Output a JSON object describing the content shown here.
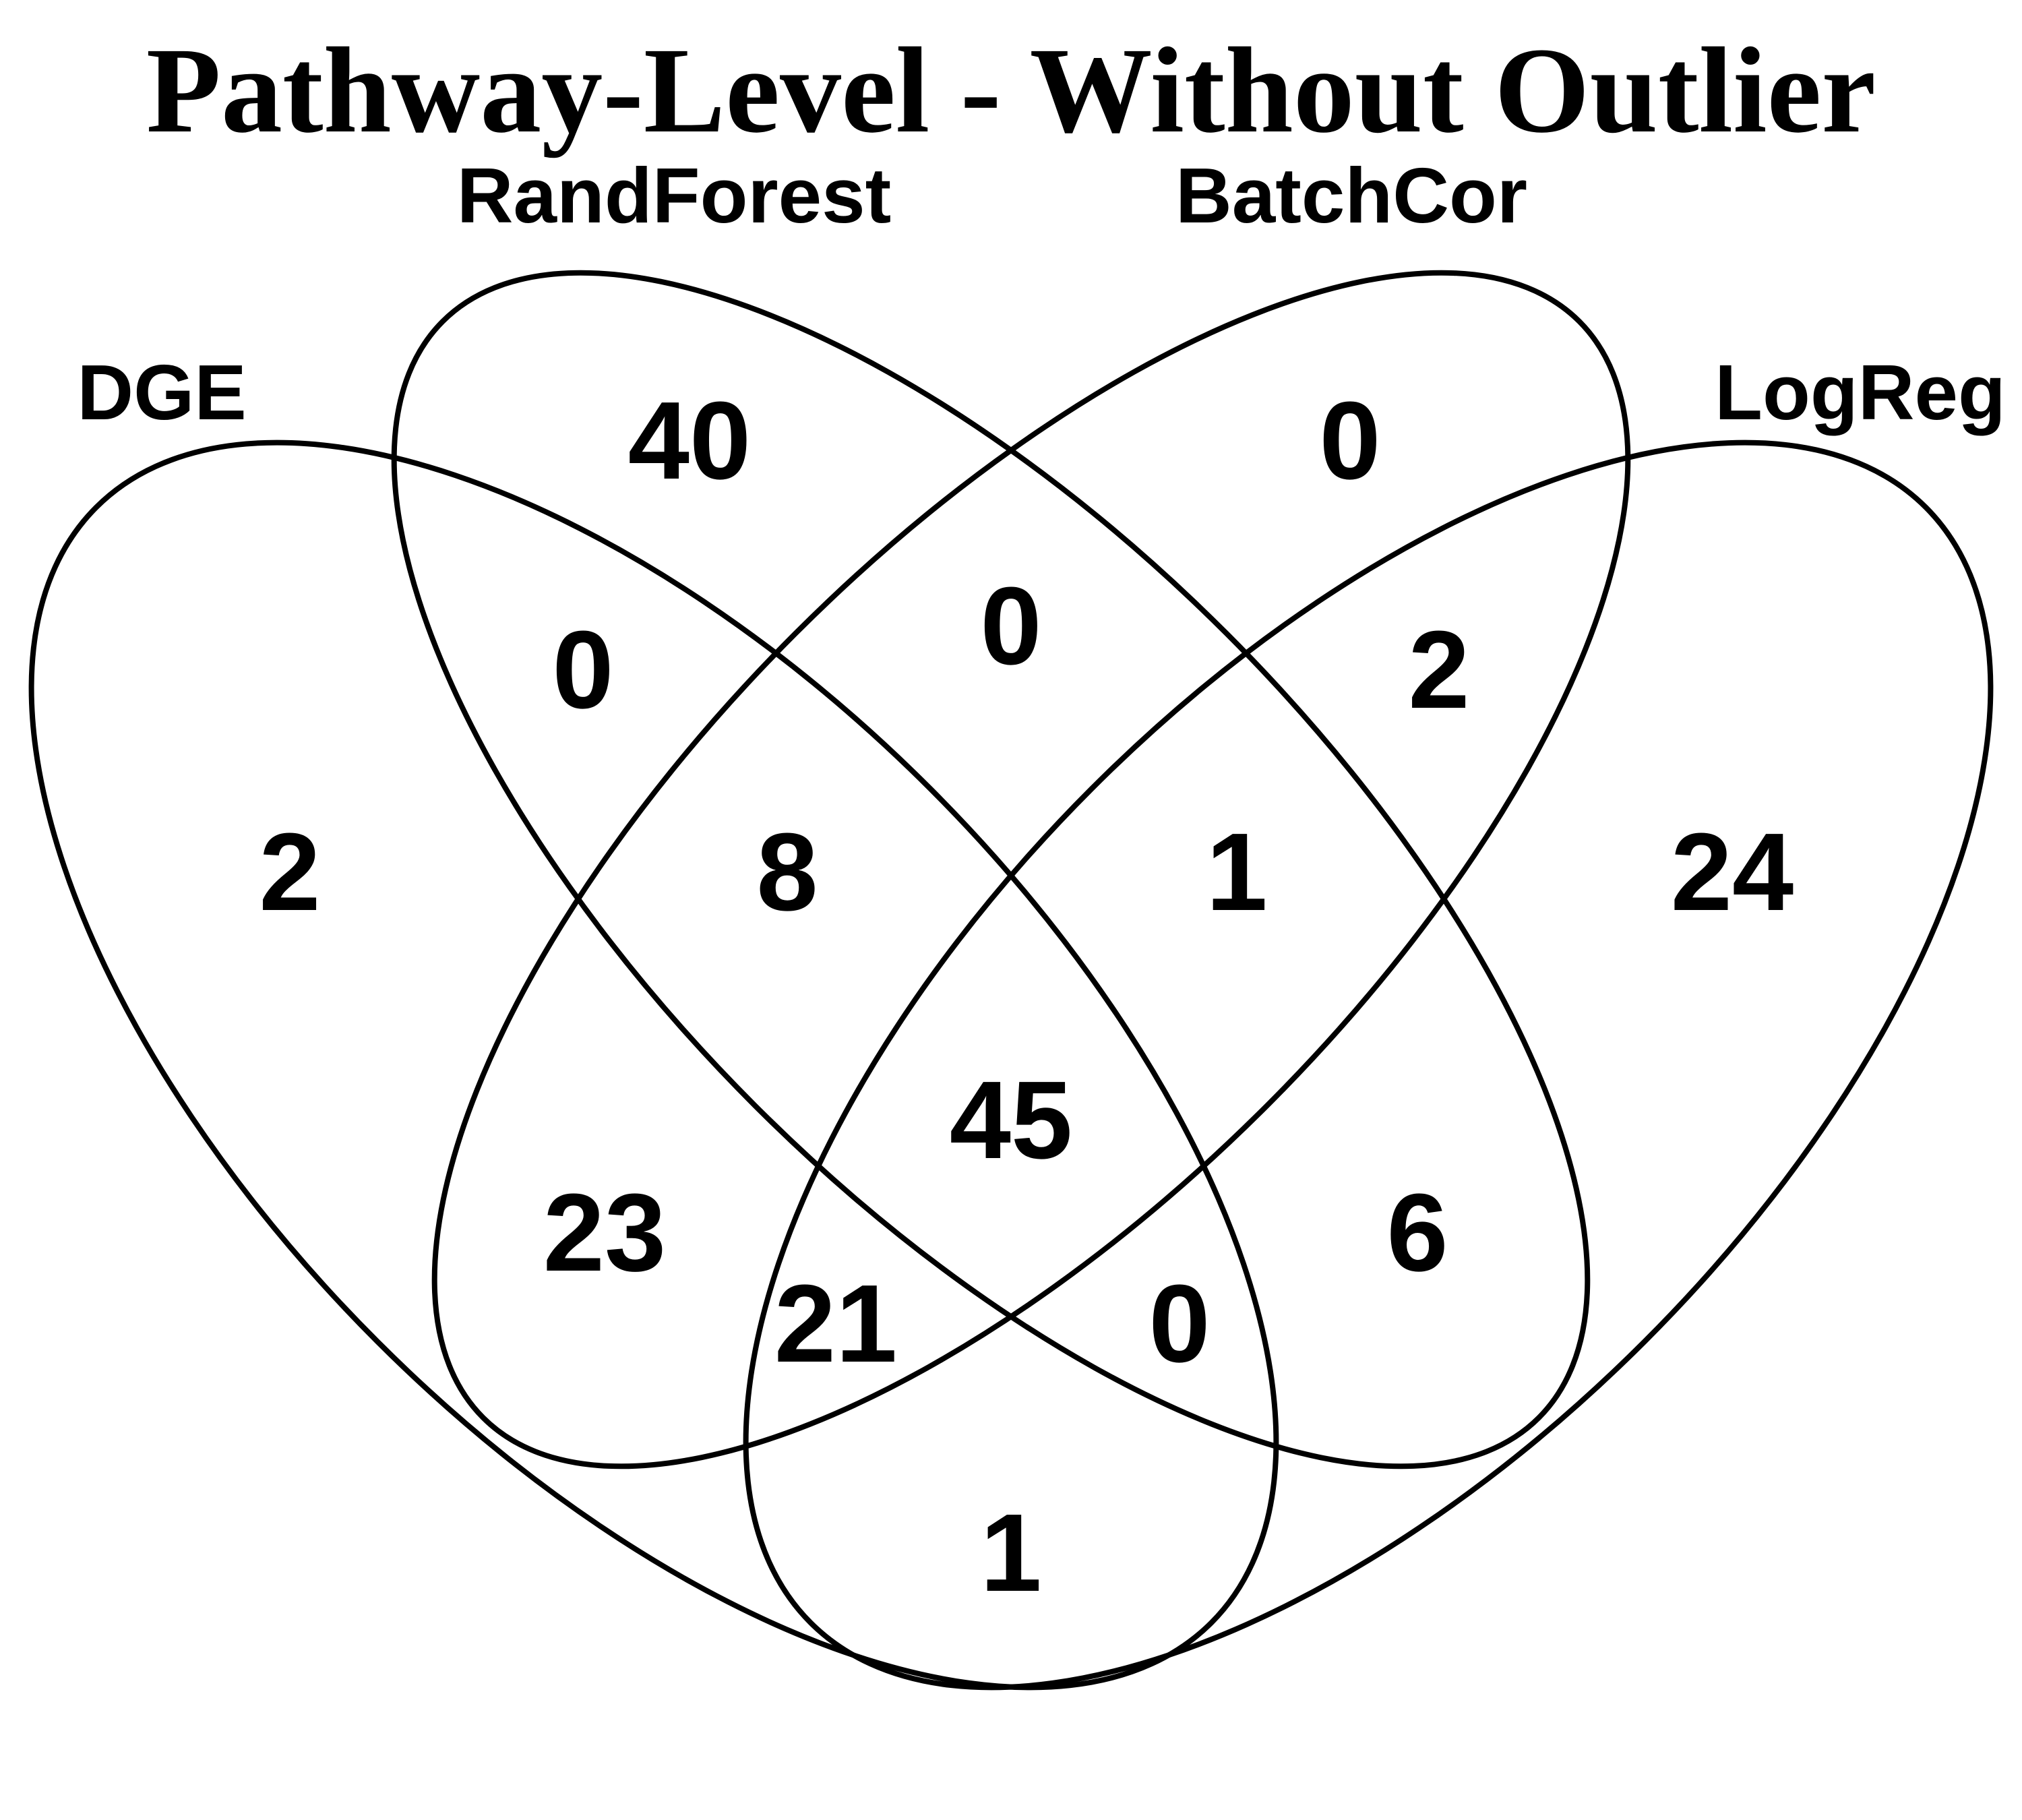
{
  "title": "Pathway-Level - Without Outlier",
  "sets": {
    "dge": "DGE",
    "randforest": "RandForest",
    "batchcor": "BatchCor",
    "logreg": "LogReg"
  },
  "regions": {
    "dge_only": "2",
    "randforest_only": "40",
    "batchcor_only": "0",
    "logreg_only": "24",
    "dge_randforest": "0",
    "randforest_batchcor": "0",
    "batchcor_logreg": "2",
    "dge_randforest_batchcor": "8",
    "randforest_batchcor_logreg": "1",
    "all_four": "45",
    "dge_batchcor": "23",
    "dge_batchcor_logreg": "21",
    "dge_randforest_logreg": "0",
    "randforest_logreg": "6",
    "dge_logreg": "1"
  },
  "colors": {
    "stroke": "#000000",
    "text": "#000000",
    "background": "#ffffff"
  }
}
